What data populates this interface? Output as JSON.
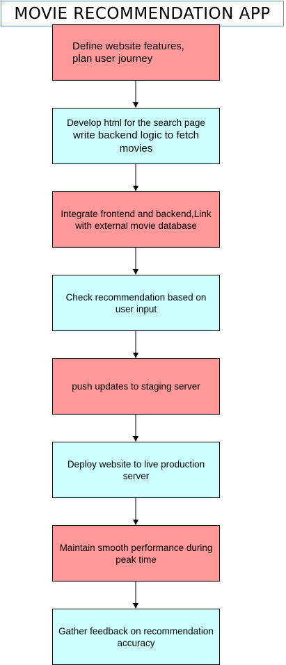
{
  "title": "MOVIE RECOMMENDATION APP",
  "steps": [
    {
      "line1": "Define website features,",
      "line2": "plan user journey",
      "color": "#ff9999"
    },
    {
      "line1": "Develop html for the search page",
      "line2": "write backend logic to fetch movies",
      "color": "#ccffff"
    },
    {
      "line1": "Integrate frontend and backend,Link with external movie database",
      "line2": "",
      "color": "#ff9999"
    },
    {
      "line1": "Check recommendation based on user input",
      "line2": "",
      "color": "#ccffff"
    },
    {
      "line1": "push updates to staging server",
      "line2": "",
      "color": "#ff9999"
    },
    {
      "line1": "Deploy website to live production server",
      "line2": "",
      "color": "#ccffff"
    },
    {
      "line1": "Maintain smooth performance during peak time",
      "line2": "",
      "color": "#ff9999"
    },
    {
      "line1": "Gather feedback on recommendation accuracy",
      "line2": "",
      "color": "#ccffff"
    }
  ]
}
